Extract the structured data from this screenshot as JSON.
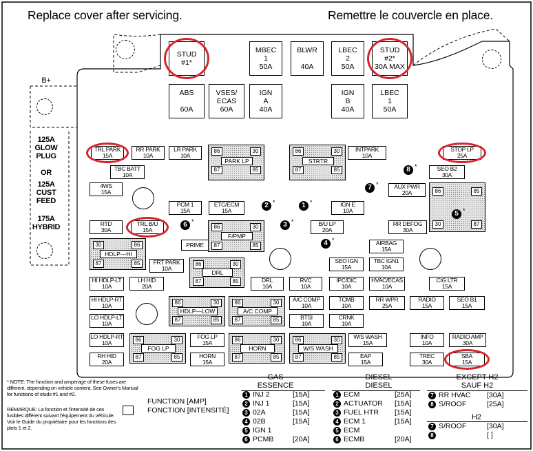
{
  "header": {
    "left": "Replace cover after servicing.",
    "right": "Remettre le couvercle en place."
  },
  "side": {
    "b_plus": "B+",
    "glow_plug": "125A\nGLOW\nPLUG",
    "or": "OR",
    "cust_feed": "125A\nCUST\nFEED",
    "hybrid": "175A\nHYBRID"
  },
  "big_fuses": [
    {
      "id": "stud1",
      "text": "STUD\n#1*"
    },
    {
      "id": "mbec1",
      "text": "MBEC\n1\n50A"
    },
    {
      "id": "blwr",
      "text": "BLWR\n\n40A"
    },
    {
      "id": "lbec2",
      "text": "LBEC\n2\n50A"
    },
    {
      "id": "stud2",
      "text": "STUD\n#2*\n30A MAX"
    },
    {
      "id": "abs",
      "text": "ABS\n\n60A"
    },
    {
      "id": "vses",
      "text": "VSES/\nECAS\n60A"
    },
    {
      "id": "igna",
      "text": "IGN\nA\n40A"
    },
    {
      "id": "ignb",
      "text": "IGN\nB\n40A"
    },
    {
      "id": "lbec1",
      "text": "LBEC\n1\n50A"
    }
  ],
  "fuses": [
    {
      "id": "trl_park",
      "text": "TRL PARK\n15A"
    },
    {
      "id": "rr_park",
      "text": "RR PARK\n10A"
    },
    {
      "id": "lr_park",
      "text": "LR PARK\n10A"
    },
    {
      "id": "tbc_batt",
      "text": "TBC BATT\n10A"
    },
    {
      "id": "4ws",
      "text": "4WS\n15A"
    },
    {
      "id": "pcm1",
      "text": "PCM 1\n15A"
    },
    {
      "id": "etc_ecm",
      "text": "ETC/ECM\n15A"
    },
    {
      "id": "ign_e",
      "text": "IGN E\n10A"
    },
    {
      "id": "rtd",
      "text": "RTD\n30A"
    },
    {
      "id": "trl_bu",
      "text": "TRL B/U\n15A"
    },
    {
      "id": "prime",
      "text": "PRIME"
    },
    {
      "id": "bu_lp",
      "text": "B/U LP\n20A"
    },
    {
      "id": "intpark",
      "text": "INTPARK\n10A"
    },
    {
      "id": "stop_lp",
      "text": "STOP LP\n25A"
    },
    {
      "id": "seo_b2",
      "text": "SEO B2\n30A"
    },
    {
      "id": "aux_pwr",
      "text": "AUX PWR\n20A"
    },
    {
      "id": "rr_defog",
      "text": "RR DEFOG\n30A"
    },
    {
      "id": "airbag",
      "text": "AIRBAG\n15A"
    },
    {
      "id": "tbc_ign1",
      "text": "TBC IGN1\n10A"
    },
    {
      "id": "seo_ign",
      "text": "SEO IGN\n15A"
    },
    {
      "id": "frt_park",
      "text": "FRT PARK\n10A"
    },
    {
      "id": "hi_hdlp_lt",
      "text": "HI HDLP-LT\n10A"
    },
    {
      "id": "lh_hid",
      "text": "LH HID\n20A"
    },
    {
      "id": "drl_f",
      "text": "DRL\n10A"
    },
    {
      "id": "rvc",
      "text": "RVC\n10A"
    },
    {
      "id": "ipc_dic",
      "text": "IPC/DIC\n10A"
    },
    {
      "id": "hvac_ecas",
      "text": "HVAC/ECAS\n10A"
    },
    {
      "id": "cig_ltr",
      "text": "CIG LTR\n15A"
    },
    {
      "id": "hi_hdlp_rt",
      "text": "HI HDLP-RT\n10A"
    },
    {
      "id": "ac_comp",
      "text": "A/C COMP\n10A"
    },
    {
      "id": "tcmb",
      "text": "TCMB\n10A"
    },
    {
      "id": "rr_wpr",
      "text": "RR WPR\n25A"
    },
    {
      "id": "radio",
      "text": "RADIO\n15A"
    },
    {
      "id": "seo_b1",
      "text": "SEO B1\n15A"
    },
    {
      "id": "lo_hdlp_lt",
      "text": "LO HDLP-LT\n10A"
    },
    {
      "id": "btsi",
      "text": "BTSI\n10A"
    },
    {
      "id": "crnk",
      "text": "CRNK\n10A"
    },
    {
      "id": "lo_hdlp_rt",
      "text": "LO HDLP-RT\n10A"
    },
    {
      "id": "fog_lp_f",
      "text": "FOG LP\n15A"
    },
    {
      "id": "ws_wash_f",
      "text": "W/S WASH\n15A"
    },
    {
      "id": "info",
      "text": "INFO\n10A"
    },
    {
      "id": "radio_amp",
      "text": "RADIO AMP\n30A"
    },
    {
      "id": "rh_hid",
      "text": "RH HID\n20A"
    },
    {
      "id": "horn_f",
      "text": "HORN\n15A"
    },
    {
      "id": "eap",
      "text": "EAP\n15A"
    },
    {
      "id": "trec",
      "text": "TREC\n30A"
    },
    {
      "id": "sba",
      "text": "SBA\n15A"
    }
  ],
  "relays": [
    {
      "id": "park_lp",
      "name": "PARK LP",
      "pins": [
        "86",
        "30",
        "87",
        "85"
      ]
    },
    {
      "id": "strtr",
      "name": "STRTR",
      "pins": [
        "86",
        "30",
        "87",
        "85"
      ]
    },
    {
      "id": "fpmp",
      "name": "F/PMP",
      "pins": [
        "86",
        "30",
        "87",
        "85"
      ]
    },
    {
      "id": "hdlp_hi",
      "name": "HDLP—HI",
      "pins": [
        "86",
        "30",
        "87",
        "85"
      ]
    },
    {
      "id": "drl_r",
      "name": "DRL",
      "pins": [
        "86",
        "30",
        "87",
        "85"
      ]
    },
    {
      "id": "hdlp_low",
      "name": "HDLP—LOW",
      "pins": [
        "86",
        "30",
        "87",
        "85"
      ]
    },
    {
      "id": "ac_comp_r",
      "name": "A/C COMP",
      "pins": [
        "86",
        "30",
        "87",
        "85"
      ]
    },
    {
      "id": "fog_lp_r",
      "name": "FOG LP",
      "pins": [
        "86",
        "30",
        "87",
        "85"
      ]
    },
    {
      "id": "horn_r",
      "name": "HORN",
      "pins": [
        "86",
        "30",
        "87",
        "85"
      ]
    },
    {
      "id": "ws_wash_r",
      "name": "W/S WASH",
      "pins": [
        "86",
        "30",
        "87",
        "85"
      ]
    },
    {
      "id": "relay5",
      "name": "",
      "pins": [
        "86",
        "85",
        "30",
        "87"
      ]
    }
  ],
  "numbered": [
    "1",
    "2",
    "3",
    "4",
    "5",
    "6",
    "7",
    "8"
  ],
  "notes": {
    "en": "NOTE: The function and amperage of these fuses are different, depending on vehicle content. See Owner's Manual for functions of studs #1 and #2.",
    "fr": "REMARQUE: La fonction et l'intensité de ces fusibles diffèrent suivant l'équipement du véhicule. Voir le Guide du propriétaire pour les fonctions des plots 1 et 2.",
    "function_en": "FUNCTION [AMP]",
    "function_fr": "FONCTION [INTENSITÉ]"
  },
  "legend": {
    "gas_title": "GAS\nESSENCE",
    "gas": [
      {
        "n": "1",
        "name": "INJ 2",
        "amp": "[15A]"
      },
      {
        "n": "2",
        "name": "INJ 1",
        "amp": "[15A]"
      },
      {
        "n": "3",
        "name": "02A",
        "amp": "[15A]"
      },
      {
        "n": "4",
        "name": "02B",
        "amp": "[15A]"
      },
      {
        "n": "5",
        "name": "IGN 1",
        "amp": ""
      },
      {
        "n": "6",
        "name": "PCMB",
        "amp": "[20A]"
      }
    ],
    "diesel_title": "DIESEL\nDIESEL",
    "diesel": [
      {
        "n": "1",
        "name": "ECM",
        "amp": "[25A]"
      },
      {
        "n": "2",
        "name": "ACTUATOR",
        "amp": "[15A]"
      },
      {
        "n": "3",
        "name": "FUEL HTR",
        "amp": "[15A]"
      },
      {
        "n": "4",
        "name": "ECM 1",
        "amp": "[15A]"
      },
      {
        "n": "5",
        "name": "ECM",
        "amp": ""
      },
      {
        "n": "6",
        "name": "ECMB",
        "amp": "[20A]"
      }
    ],
    "except_title": "EXCEPT H2\nSAUF H2",
    "except": [
      {
        "n": "7",
        "name": "RR HVAC",
        "amp": "[30A]"
      },
      {
        "n": "8",
        "name": "S/ROOF",
        "amp": "[25A]"
      }
    ],
    "h2_title": "H2",
    "h2": [
      {
        "n": "7",
        "name": "S/ROOF",
        "amp": "[30A]"
      },
      {
        "n": "8",
        "name": "",
        "amp": "[    ]"
      }
    ]
  },
  "colors": {
    "highlight": "#d6242a",
    "relay_fill": "#e4e4e4"
  }
}
